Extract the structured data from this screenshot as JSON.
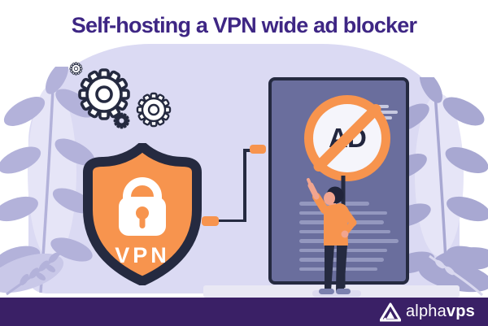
{
  "title": "Self-hosting a VPN wide ad blocker",
  "shield": {
    "label": "VPN"
  },
  "ad_sign": {
    "label": "AD"
  },
  "footer": {
    "brand_light": "alpha",
    "brand_bold": "vps"
  },
  "icons": {
    "gears": "gear-icons",
    "shield": "vpn-shield-icon",
    "lock": "padlock-icon",
    "sign": "ad-blocked-icon",
    "logo": "alphavps-logo"
  },
  "colors": {
    "accent_orange": "#F7944E",
    "dark_navy": "#252A40",
    "title_purple": "#3E2684",
    "footer_purple": "#3A2066",
    "cloud_lavender": "#DBDAF3",
    "panel_slate": "#6A6E9D",
    "leaves_left": "#B3B2DA",
    "leaves_right": "#A8A8D2"
  }
}
